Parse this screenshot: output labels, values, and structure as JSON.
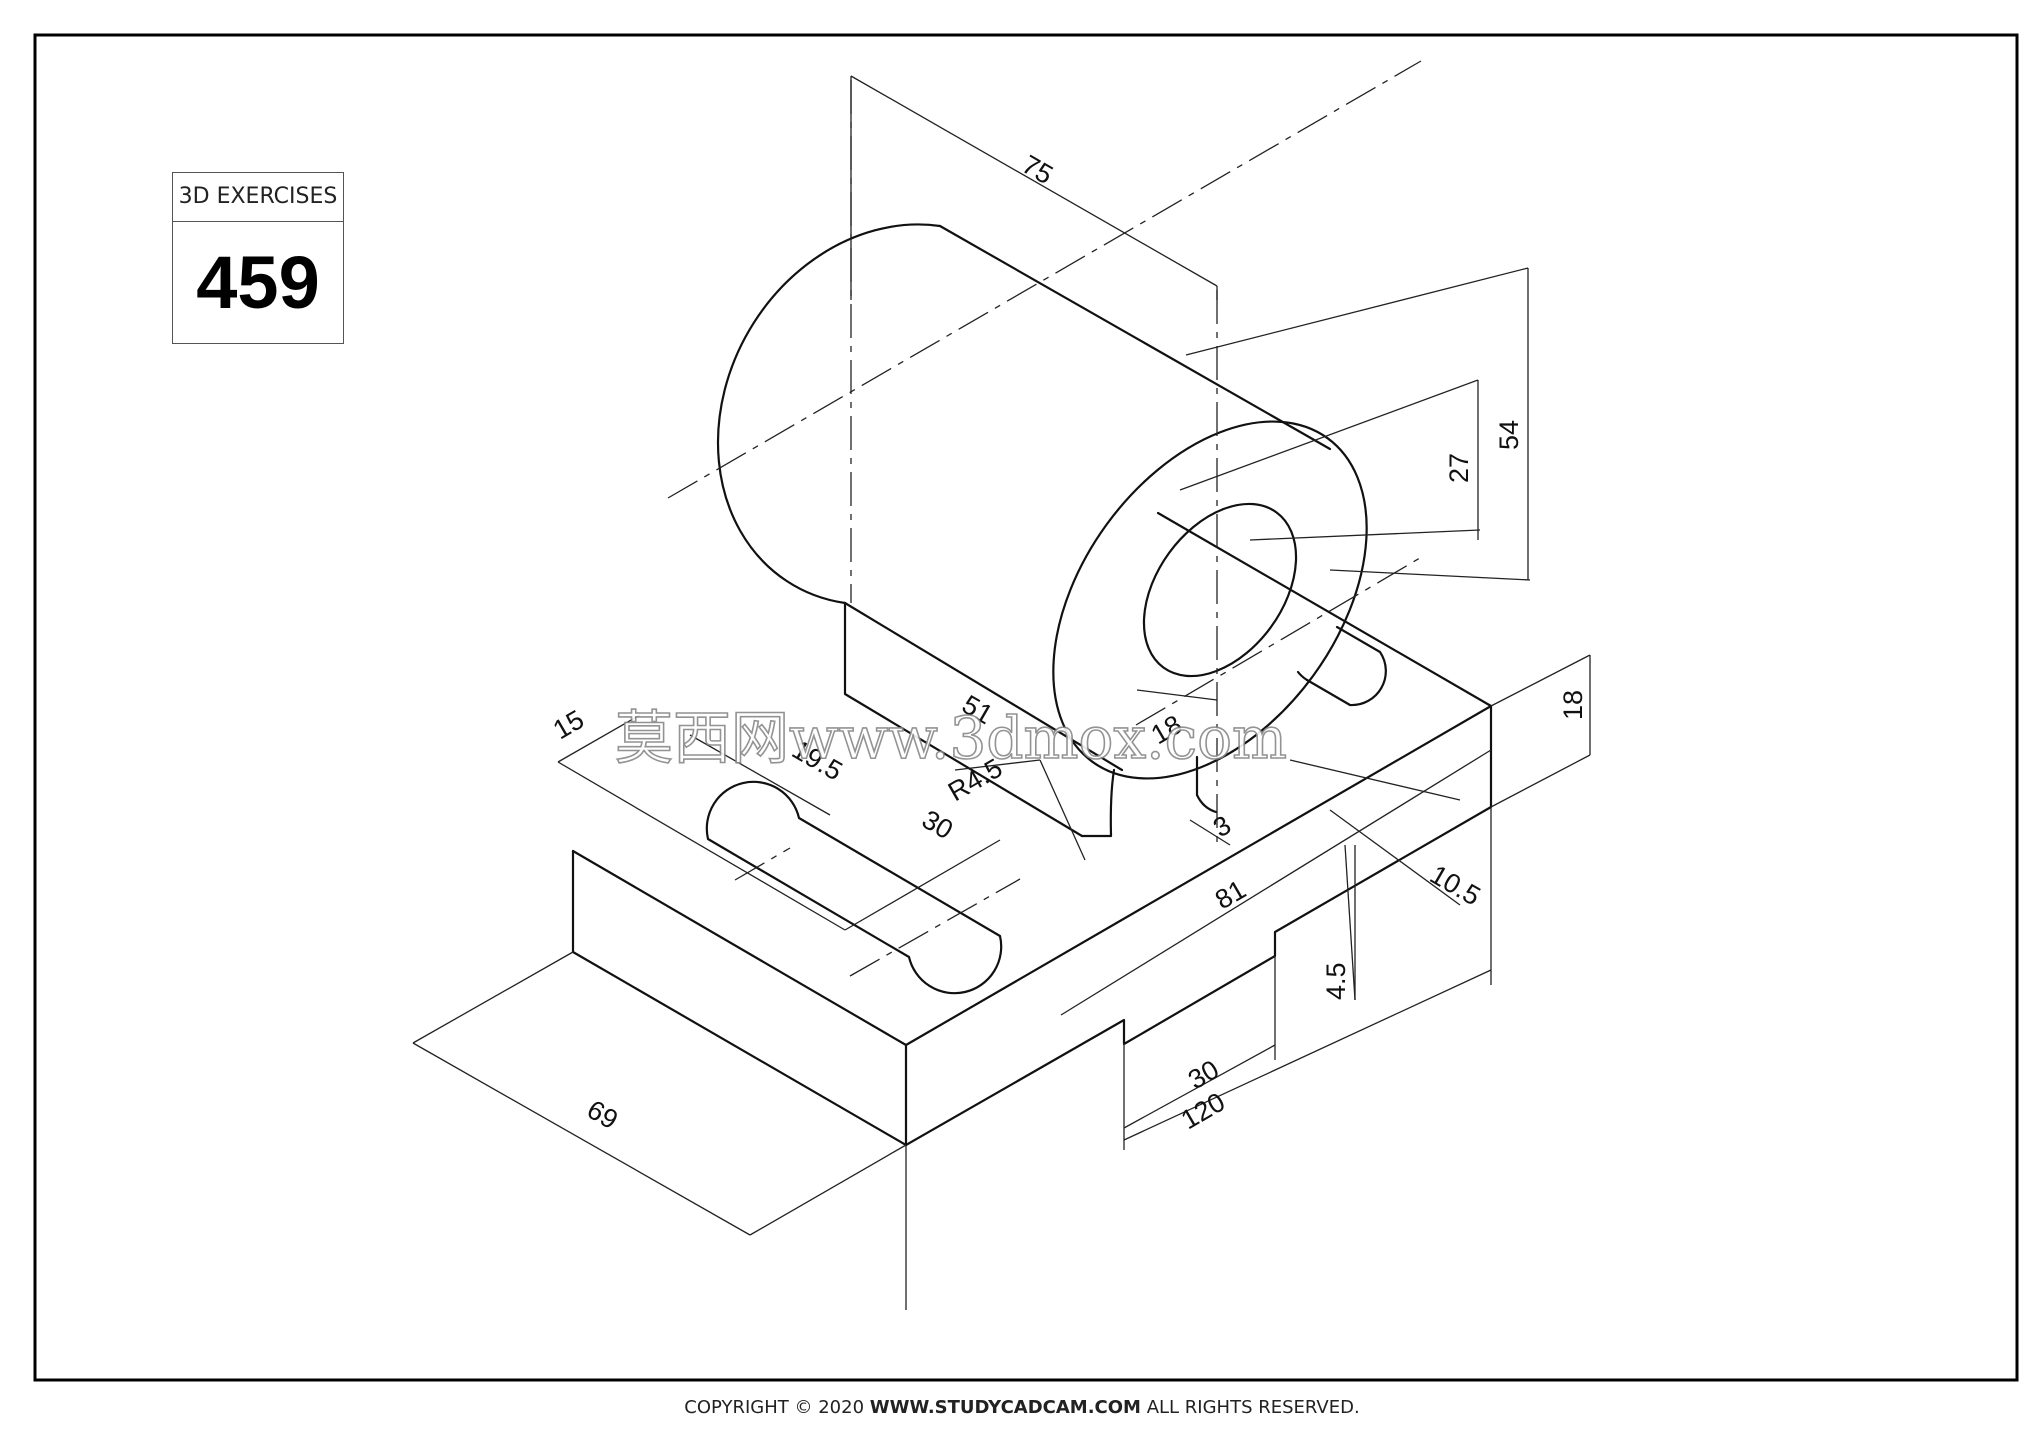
{
  "badge": {
    "label": "3D EXERCISES",
    "number": "459"
  },
  "dimensions": {
    "d75": "75",
    "d54": "54",
    "d27": "27",
    "d18": "18",
    "d15": "15",
    "d19_5": "19.5",
    "d30a": "30",
    "r4_5": "R4.5",
    "d51": "51",
    "d18b": "18",
    "d3": "3",
    "d10_5": "10.5",
    "d81": "81",
    "d4_5": "4.5",
    "d30b": "30",
    "d120": "120",
    "d69": "69"
  },
  "watermark": "莫西网www.3dmox.com",
  "footer": {
    "prefix": "COPYRIGHT © 2020 ",
    "site": "WWW.STUDYCADCAM.COM",
    "suffix": " ALL RIGHTS RESERVED."
  }
}
